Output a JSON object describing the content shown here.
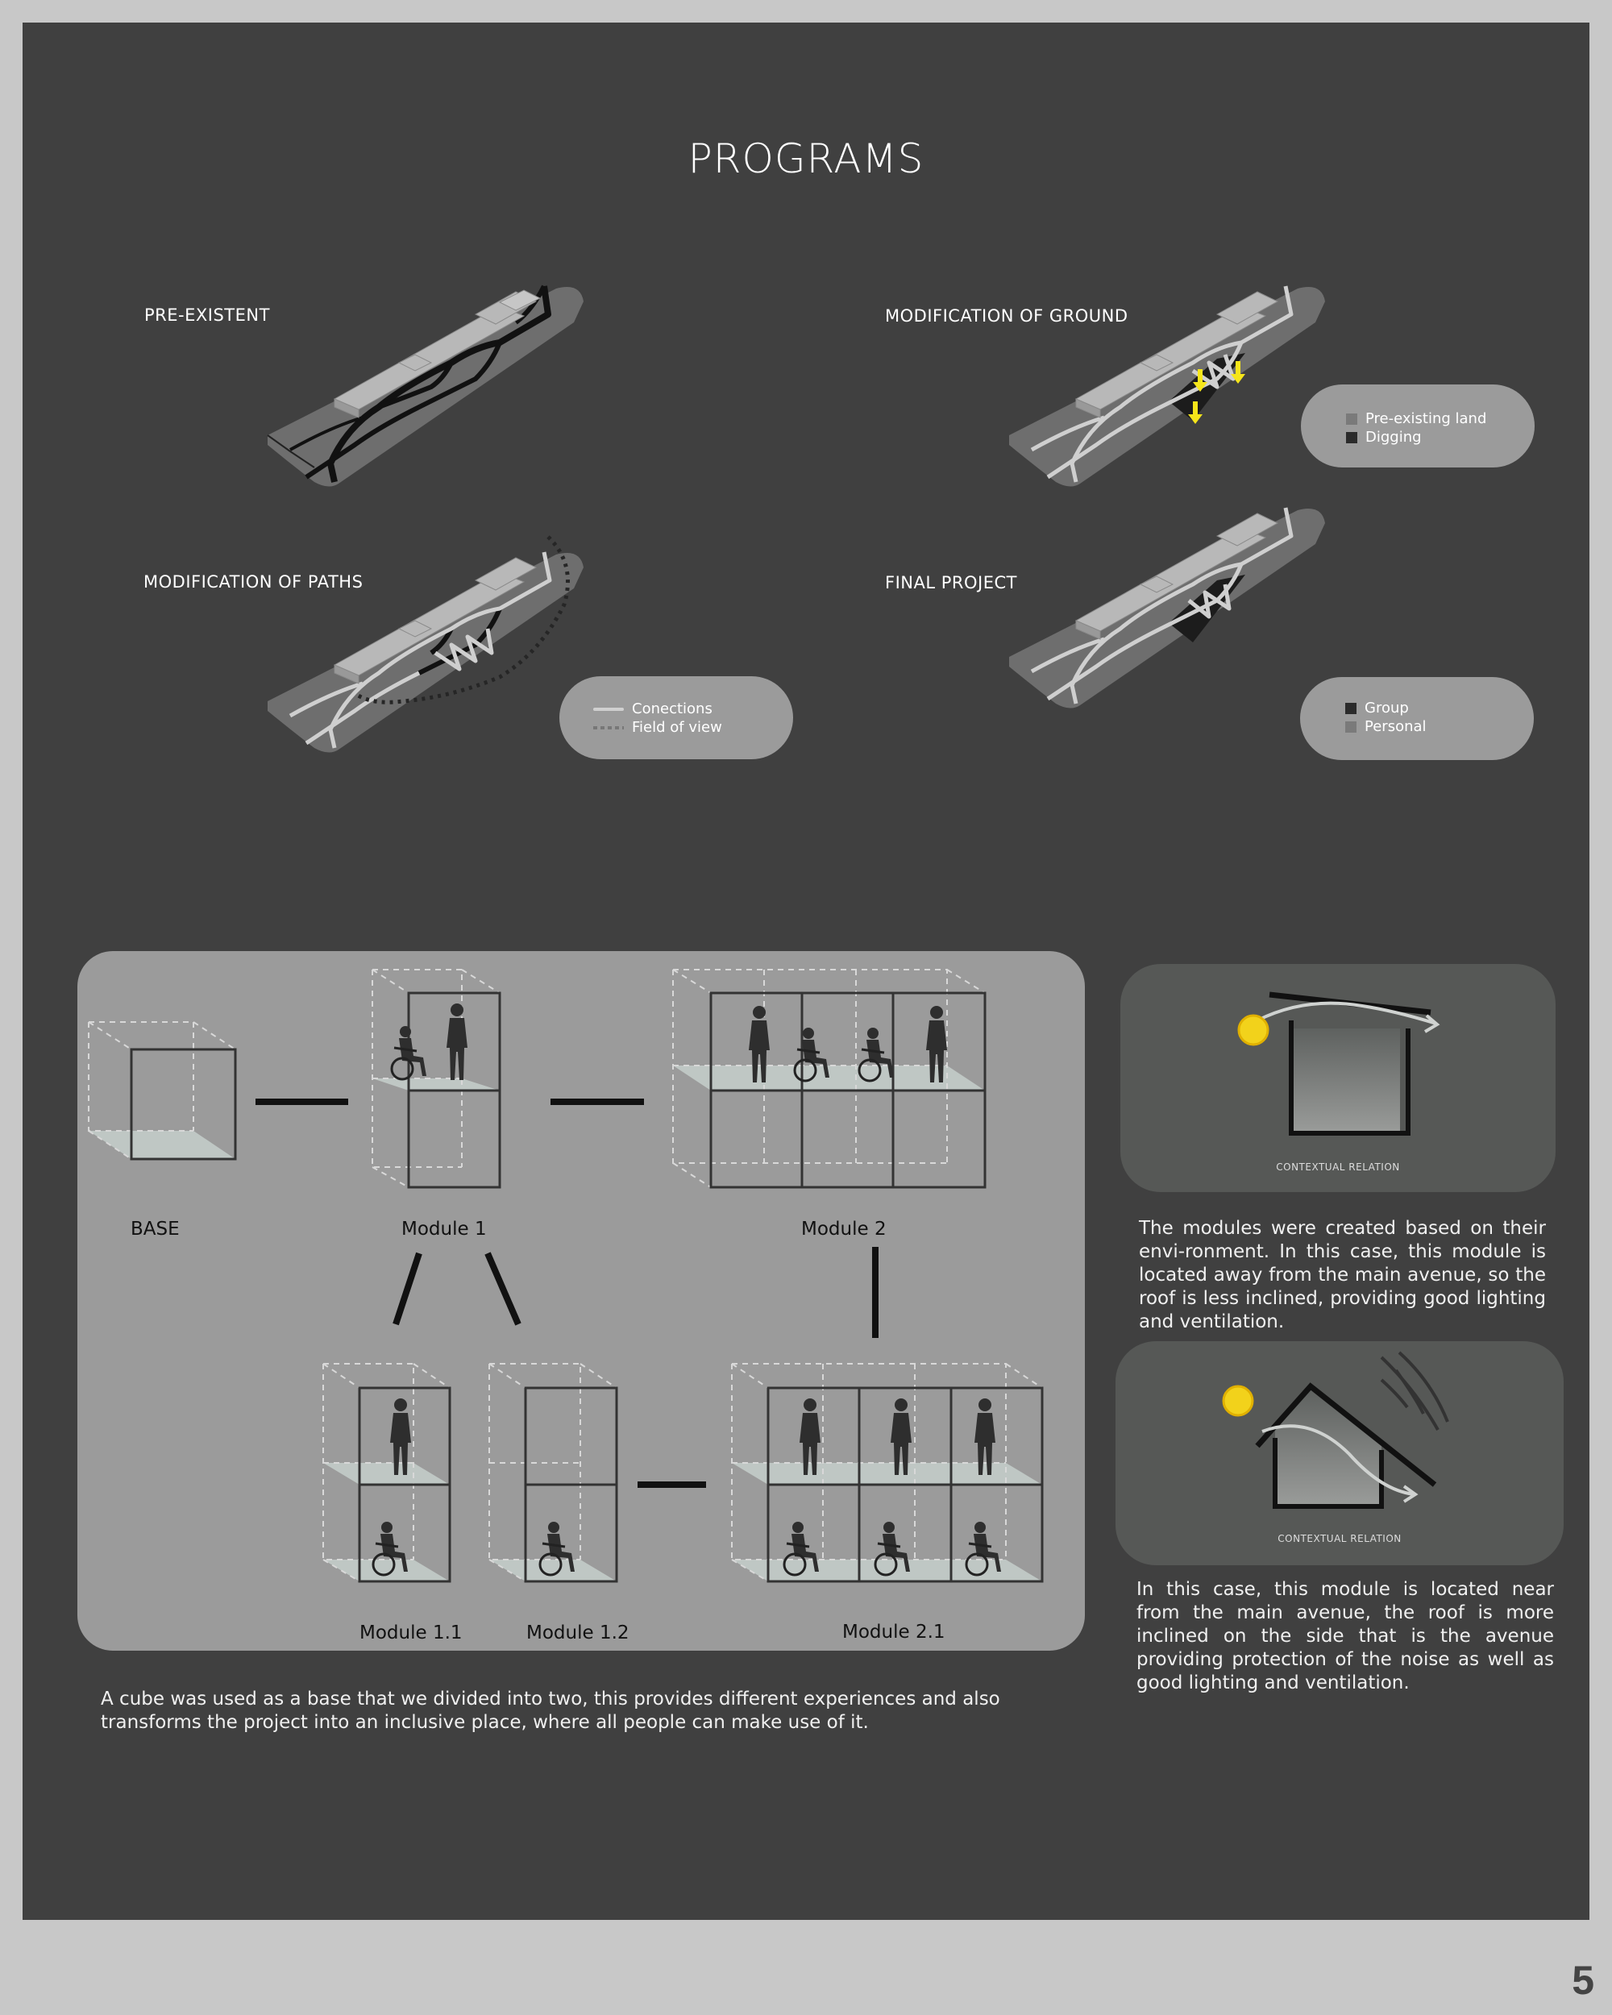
{
  "page": {
    "title": "PROGRAMS",
    "page_number": "5"
  },
  "maps": {
    "pre_existent": "PRE-EXISTENT",
    "modification_of_ground": "MODIFICATION OF GROUND",
    "modification_of_paths": "MODIFICATION OF PATHS",
    "final_project": "FINAL PROJECT"
  },
  "legends": {
    "ground": {
      "items": [
        "Pre-existing land",
        "Digging"
      ],
      "colors": [
        "#7a7a7a",
        "#2b2b2b"
      ]
    },
    "paths": {
      "items": [
        "Conections",
        "Field of view"
      ]
    },
    "final": {
      "items": [
        "Group",
        "Personal"
      ],
      "colors": [
        "#2b2b2b",
        "#7a7a7a"
      ]
    }
  },
  "modules": {
    "base": "BASE",
    "module_1": "Module 1",
    "module_2": "Module 2",
    "module_1_1": "Module 1.1",
    "module_1_2": "Module 1.2",
    "module_2_1": "Module 2.1"
  },
  "context": {
    "label_top": "CONTEXTUAL RELATION",
    "label_bottom": "CONTEXTUAL RELATION",
    "text_top": "The modules were created based on their envi-ronment. In this case, this module is located away from the main avenue, so the roof is less inclined, providing good lighting and ventilation.",
    "text_bottom": "In this case, this module is located near from the main avenue, the roof is more inclined on the side that is the avenue providing protection of the noise as well as good lighting and ventilation."
  },
  "caption": "A cube was used as a base that we divided into two, this provides different experiences and also transforms the project into an inclusive place, where all people can make use of it.",
  "colors": {
    "panel": "#404040",
    "frame": "#c8c8c8",
    "box": "#9b9b9b",
    "sun": "#f2d21b",
    "arrow": "#f5e51a"
  }
}
